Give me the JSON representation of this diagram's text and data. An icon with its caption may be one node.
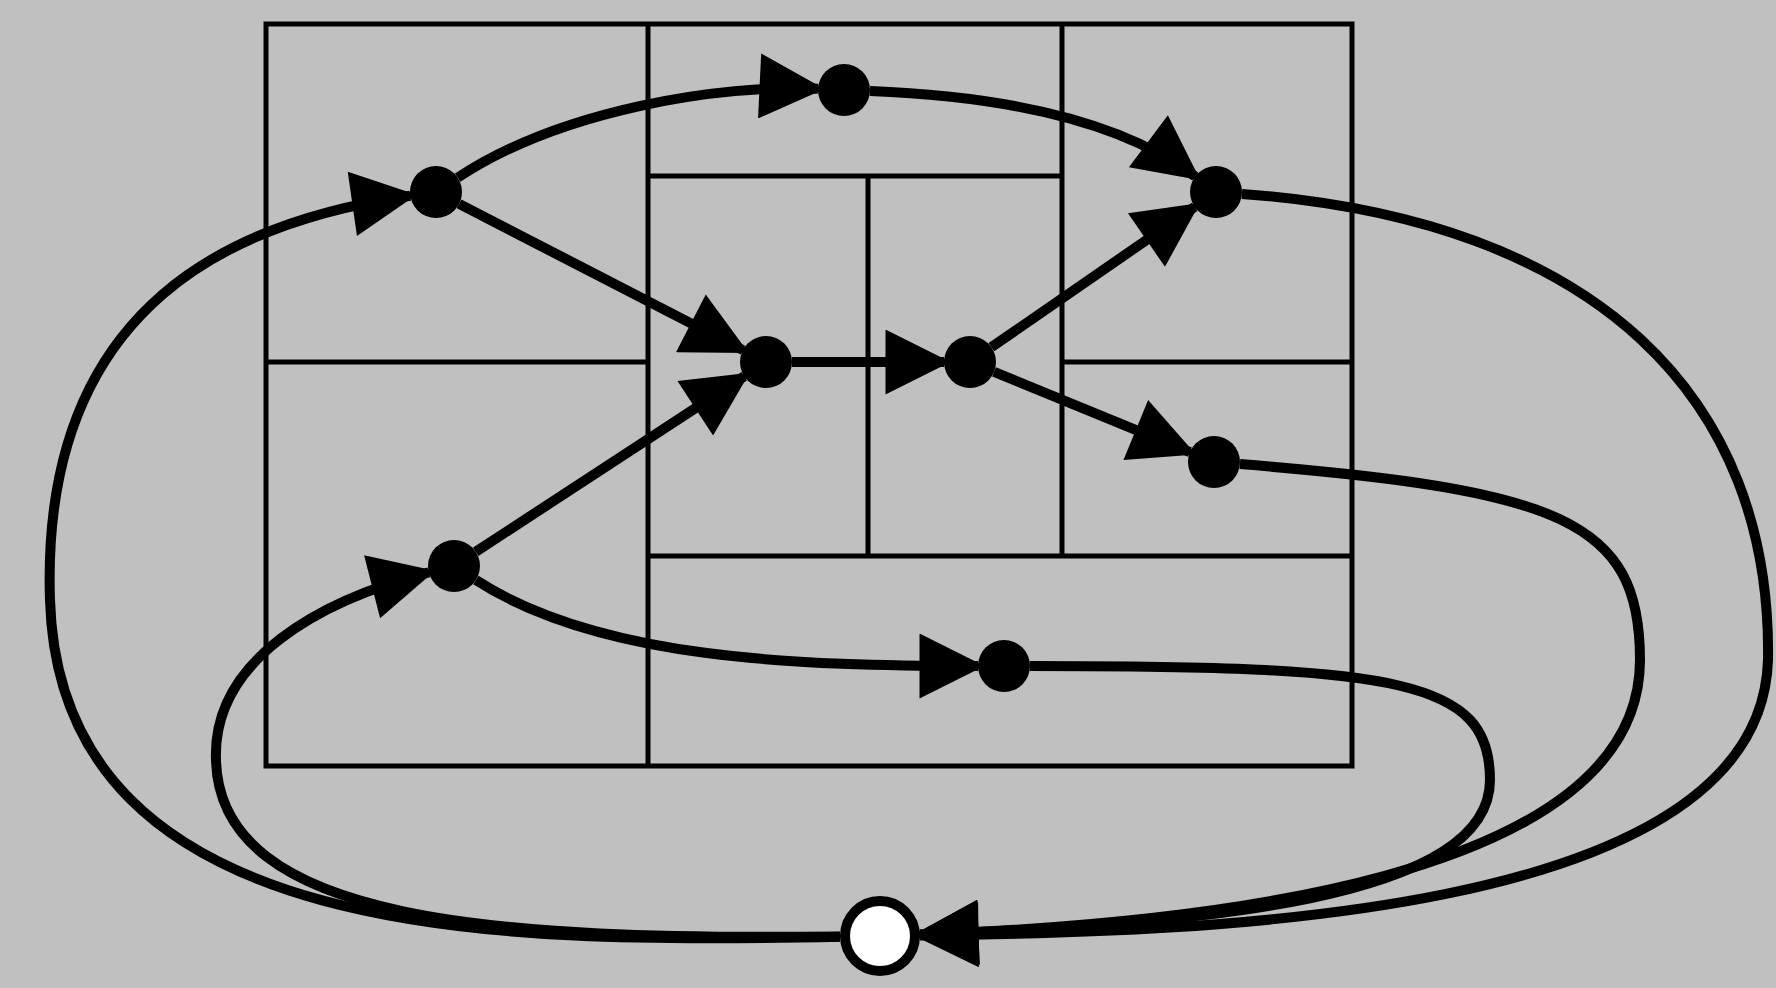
{
  "diagram": {
    "nodes": [
      {
        "text": [],
        "shape": "circle"
      },
      {
        "text": [],
        "shape": "circle"
      },
      {
        "text": [],
        "shape": "circle"
      },
      {
        "text": [],
        "shape": "circle"
      },
      {
        "text": [],
        "shape": "circle"
      },
      {
        "text": [],
        "shape": "circle"
      },
      {
        "text": [],
        "shape": "circle"
      },
      {
        "text": [],
        "shape": "circle"
      },
      {
        "text": [],
        "shape": "circle"
      }
    ],
    "edges": [
      {
        "from": 8,
        "to": 0,
        "arrow": "to"
      },
      {
        "from": 0,
        "to": 1,
        "arrow": "to"
      },
      {
        "from": 1,
        "to": 2,
        "arrow": "to"
      },
      {
        "from": 0,
        "to": 3,
        "arrow": "to"
      },
      {
        "from": 3,
        "to": 4,
        "arrow": "to"
      },
      {
        "from": 4,
        "to": 2,
        "arrow": "to"
      },
      {
        "from": 4,
        "to": 5,
        "arrow": "to"
      },
      {
        "from": 6,
        "to": 3,
        "arrow": "to"
      },
      {
        "from": 8,
        "to": 6,
        "arrow": "to"
      },
      {
        "from": 6,
        "to": 7,
        "arrow": "to"
      },
      {
        "from": 7,
        "to": 8,
        "arrow": "to"
      },
      {
        "from": 5,
        "to": 8,
        "arrow": "to"
      },
      {
        "from": 2,
        "to": 8,
        "arrow": "to"
      }
    ]
  }
}
